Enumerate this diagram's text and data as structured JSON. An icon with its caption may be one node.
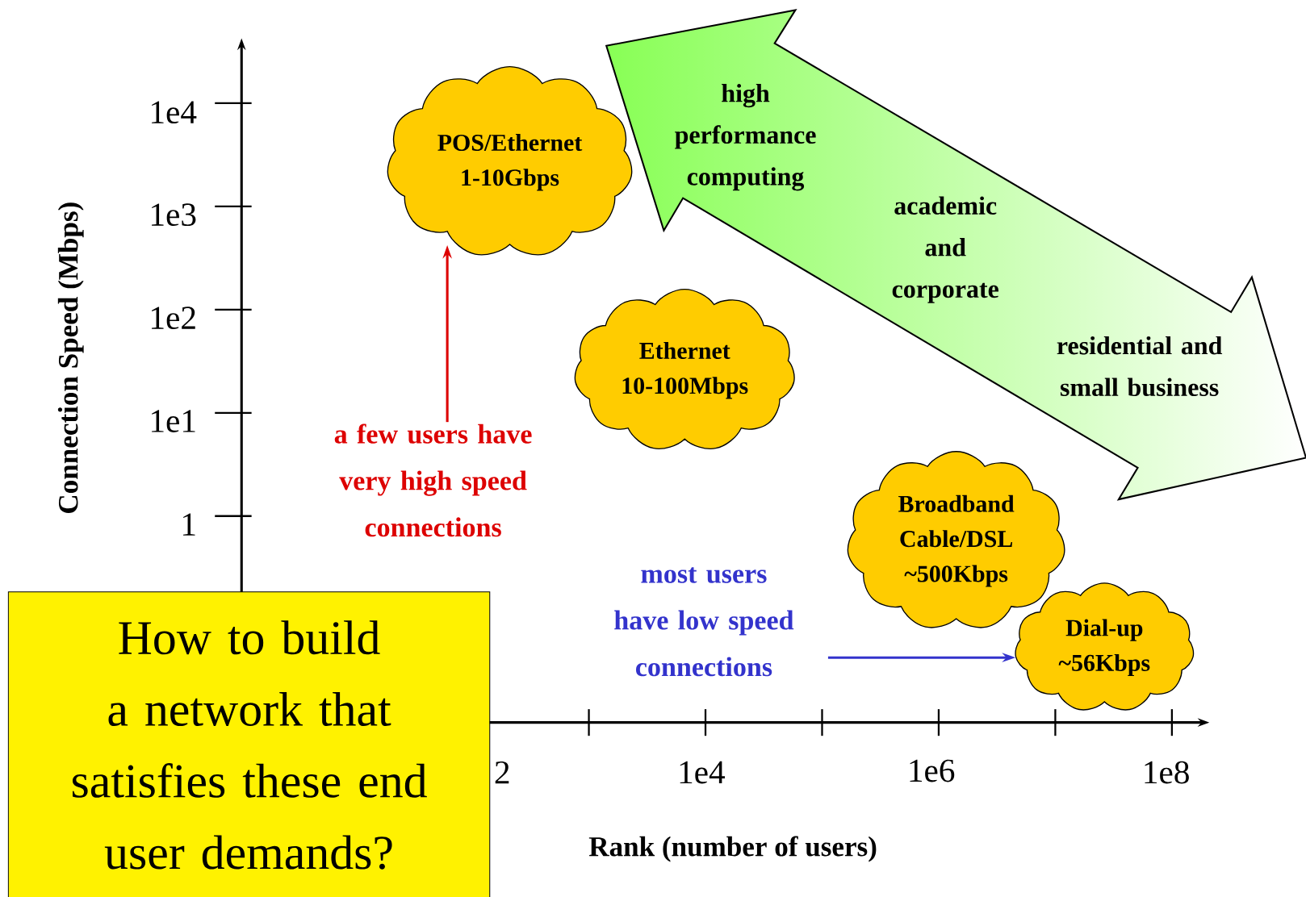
{
  "diagram": {
    "nodes": [
      {
        "text": [
          "POS/Ethernet 1-10Gbps"
        ]
      },
      {
        "text": [
          "high performance computing",
          "academic and corporate",
          "residential and small business"
        ]
      },
      {
        "text": [
          "Ethernet 10-100Mbps"
        ]
      },
      {
        "text": [
          "a few users have very high speed connections"
        ]
      },
      {
        "text": [
          "Broadband Cable/DSL ~500Kbps"
        ]
      },
      {
        "text": [
          "most users have low speed connections"
        ]
      },
      {
        "text": [
          "Dial-up ~56Kbps"
        ]
      },
      {
        "text": [
          "How to build a network that satisfies these end user demands?"
        ]
      }
    ],
    "edges": [
      {
        "from": 3,
        "to": 0,
        "arrow": "to",
        "color": "#dd0000"
      },
      {
        "from": 5,
        "to": 6,
        "arrow": "to",
        "color": "#3333cc"
      }
    ],
    "labels": [
      "Connection Speed (Mbps)",
      "1e4",
      "1e3",
      "1e2",
      "1e1",
      "1",
      "2",
      "1e4",
      "1e6",
      "1e8",
      "Rank (number of users)"
    ]
  }
}
